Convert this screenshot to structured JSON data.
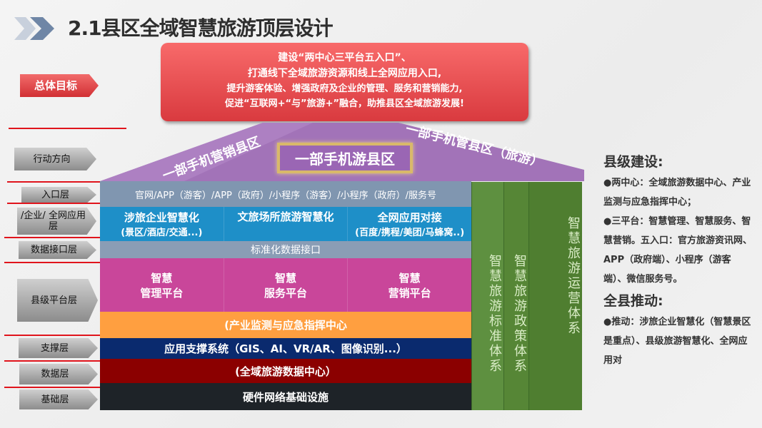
{
  "header": {
    "title": "2.1县区全域智慧旅游顶层设计",
    "icon": "chevron-right-icon"
  },
  "goal": {
    "label": "总体目标",
    "lines": [
      "建设“两中心三平台五入口”、",
      "打通线下全域旅游资源和线上全网应用入口,",
      "提升游客体验、增强政府及企业的管理、服务和营销能力,",
      "促进“互联网+“与”旅游+”融合，助推县区全域旅游发展!"
    ]
  },
  "roof": {
    "left": "一部手机营销县区",
    "center": "一部手机游县区",
    "right": "一部手机管县区（旅游）"
  },
  "layer_labels": [
    "行动方向",
    "入口层",
    "/企业/ 全网应用层",
    "数据接口层",
    "县级平台层",
    "支撑层",
    "数据层",
    "基础层"
  ],
  "entry": "官网/APP（游客）/APP（政府）/小程序（游客）/小程序（政府）/服务号",
  "apps": [
    {
      "title": "涉旅企业智慧化",
      "sub": "(景区/酒店/交通...)"
    },
    {
      "title": "文旅场所旅游智慧化",
      "sub": ""
    },
    {
      "title": "全网应用对接",
      "sub": "(百度/携程/美团/马蜂窝..)"
    }
  ],
  "interface": "标准化数据接口",
  "platforms": [
    [
      "智慧",
      "管理平台"
    ],
    [
      "智慧",
      "服务平台"
    ],
    [
      "智慧",
      "营销平台"
    ]
  ],
  "monitor": "(产业监测与应急指挥中心",
  "support": "应用支撑系统（GIS、AI、VR/AR、图像识别...）",
  "datacenter": "(全域旅游数据中心）",
  "infra": "硬件网络基础设施",
  "columns": [
    "智慧旅游标准体系",
    "智慧旅游政策体系",
    "智慧旅游运营体系"
  ],
  "side": {
    "h1": "县级建设:",
    "p1": "●两中心：全域旅游数据中心、产业监测与应急指挥中心；",
    "p2": "●三平台：智慧管理、智慧服务、智慧营销。五入口：官方旅游资讯网、APP（政府端）、小程序（游客端）、微信服务号。",
    "h2": "全县推动:",
    "p3": "●推动：涉旅企业智慧化（智慧景区是重点）、县级旅游智慧化、全网应用对"
  },
  "colors": {
    "goal": "#e04448",
    "roof": "#a273b8",
    "entry": "#8096b0",
    "apps": "#1e8fc8",
    "platform": "#c9469a",
    "monitor": "#ff9f40",
    "support": "#0a2a6e",
    "data": "#8b0000",
    "infra": "#1e2328",
    "columns": "#5a8a3a"
  }
}
